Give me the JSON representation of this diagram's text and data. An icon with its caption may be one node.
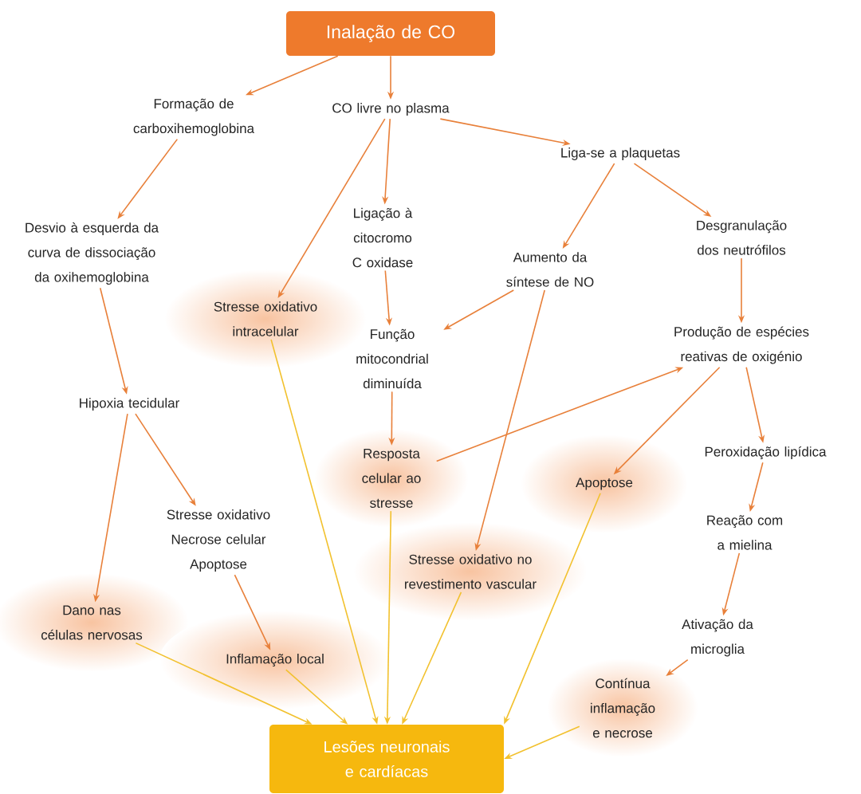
{
  "diagram": {
    "nodes": [
      {
        "text": [
          "Inalação de CO"
        ]
      },
      {
        "text": [
          "Formação de carboxihemoglobina"
        ]
      },
      {
        "text": [
          "CO livre no plasma"
        ]
      },
      {
        "text": [
          "Liga-se a plaquetas"
        ]
      },
      {
        "text": [
          "Desvio à esquerda da curva de dissociação da oxihemoglobina"
        ]
      },
      {
        "text": [
          "Ligação à citocromo C oxidase"
        ]
      },
      {
        "text": [
          "Aumento da síntese de NO"
        ]
      },
      {
        "text": [
          "Desgranulação dos neutrófilos"
        ]
      },
      {
        "text": [
          "Stresse oxidativo intracelular"
        ]
      },
      {
        "text": [
          "Função mitocondrial diminuída"
        ]
      },
      {
        "text": [
          "Produção de espécies reativas de oxigénio"
        ]
      },
      {
        "text": [
          "Hipoxia tecidular"
        ]
      },
      {
        "text": [
          "Resposta celular ao stresse"
        ]
      },
      {
        "text": [
          "Apoptose"
        ]
      },
      {
        "text": [
          "Peroxidação lipídica"
        ]
      },
      {
        "text": [
          "Stresse oxidativo Necrose celular Apoptose"
        ]
      },
      {
        "text": [
          "Reação com a mielina"
        ]
      },
      {
        "text": [
          "Stresse oxidativo no revestimento vascular"
        ]
      },
      {
        "text": [
          "Dano nas células nervosas"
        ]
      },
      {
        "text": [
          "Ativação da microglia"
        ]
      },
      {
        "text": [
          "Inflamação local"
        ]
      },
      {
        "text": [
          "Contínua inflamação e necrose"
        ]
      },
      {
        "text": [
          "Lesões neuronais e cardíacas"
        ]
      }
    ],
    "edges": [
      {
        "from": 0,
        "to": 1,
        "arrow": "to"
      },
      {
        "from": 0,
        "to": 2,
        "arrow": "to"
      },
      {
        "from": 1,
        "to": 4,
        "arrow": "to"
      },
      {
        "from": 2,
        "to": 8,
        "arrow": "to"
      },
      {
        "from": 2,
        "to": 5,
        "arrow": "to"
      },
      {
        "from": 2,
        "to": 3,
        "arrow": "to"
      },
      {
        "from": 3,
        "to": 6,
        "arrow": "to"
      },
      {
        "from": 3,
        "to": 7,
        "arrow": "to"
      },
      {
        "from": 4,
        "to": 11,
        "arrow": "to"
      },
      {
        "from": 5,
        "to": 9,
        "arrow": "to"
      },
      {
        "from": 6,
        "to": 9,
        "arrow": "to"
      },
      {
        "from": 6,
        "to": 17,
        "arrow": "to"
      },
      {
        "from": 7,
        "to": 10,
        "arrow": "to"
      },
      {
        "from": 9,
        "to": 12,
        "arrow": "to"
      },
      {
        "from": 12,
        "to": 10,
        "arrow": "to"
      },
      {
        "from": 10,
        "to": 13,
        "arrow": "to"
      },
      {
        "from": 10,
        "to": 14,
        "arrow": "to"
      },
      {
        "from": 11,
        "to": 18,
        "arrow": "to"
      },
      {
        "from": 11,
        "to": 15,
        "arrow": "to"
      },
      {
        "from": 15,
        "to": 20,
        "arrow": "to"
      },
      {
        "from": 14,
        "to": 16,
        "arrow": "to"
      },
      {
        "from": 16,
        "to": 19,
        "arrow": "to"
      },
      {
        "from": 19,
        "to": 21,
        "arrow": "to"
      },
      {
        "from": 8,
        "to": 22,
        "arrow": "to",
        "color": "#f2c12e"
      },
      {
        "from": 12,
        "to": 22,
        "arrow": "to",
        "color": "#f2c12e"
      },
      {
        "from": 17,
        "to": 22,
        "arrow": "to",
        "color": "#f2c12e"
      },
      {
        "from": 13,
        "to": 22,
        "arrow": "to",
        "color": "#f2c12e"
      },
      {
        "from": 21,
        "to": 22,
        "arrow": "to",
        "color": "#f2c12e"
      },
      {
        "from": 18,
        "to": 22,
        "arrow": "to",
        "color": "#f2c12e"
      },
      {
        "from": 20,
        "to": 22,
        "arrow": "to",
        "color": "#f2c12e"
      }
    ]
  }
}
